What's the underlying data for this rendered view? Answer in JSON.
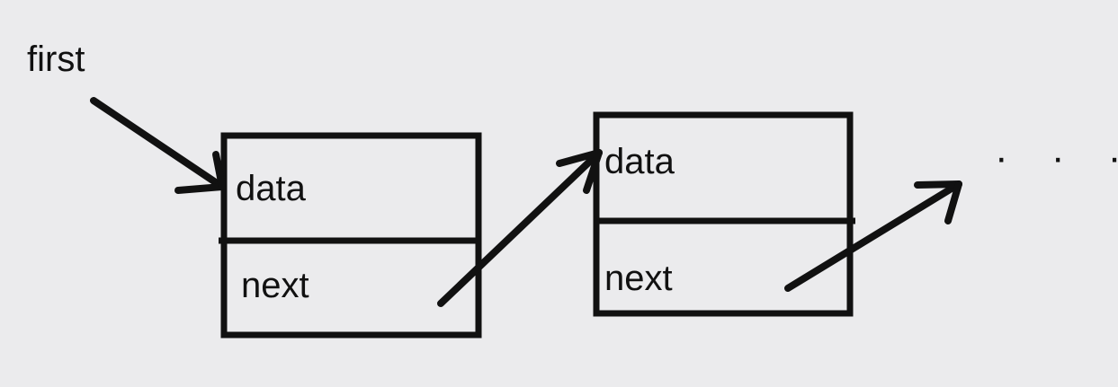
{
  "labels": {
    "first": "first",
    "ellipsis": "· · ·"
  },
  "nodes": [
    {
      "data_label": "data",
      "next_label": "next"
    },
    {
      "data_label": "data",
      "next_label": "next"
    }
  ],
  "colors": {
    "background": "#ebebed",
    "ink": "#111111"
  }
}
